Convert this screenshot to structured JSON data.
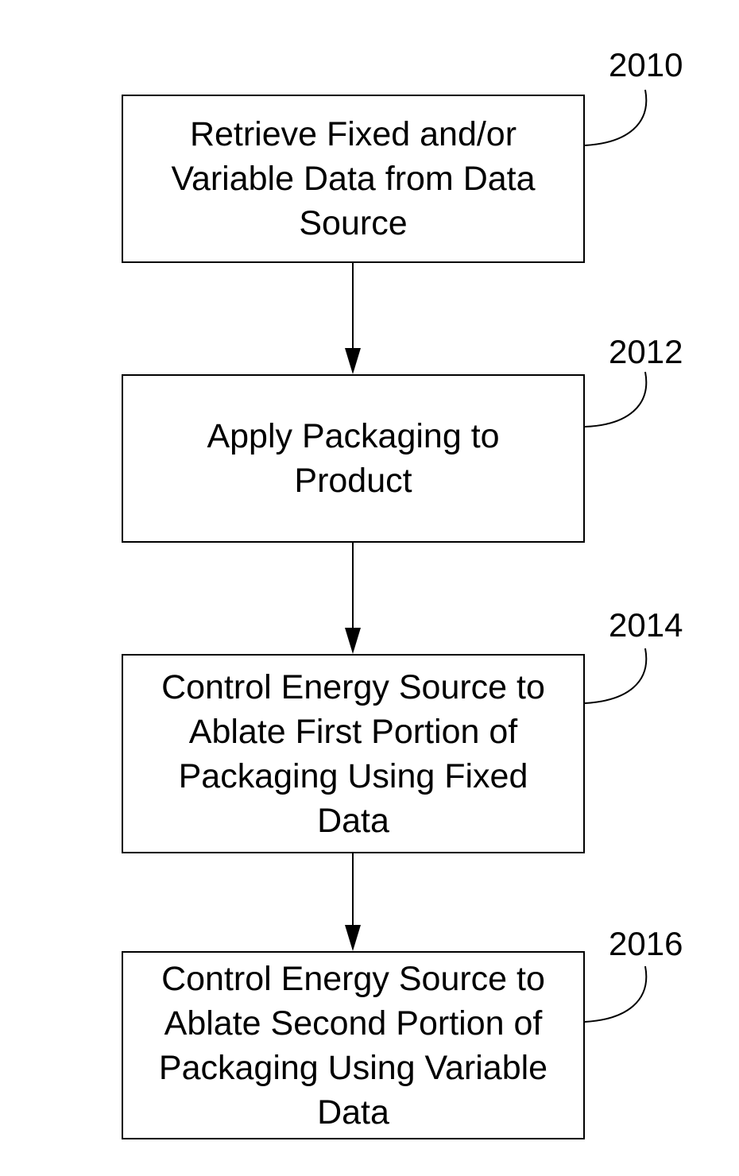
{
  "flowchart": {
    "steps": [
      {
        "ref": "2010",
        "text": "Retrieve Fixed and/or Variable Data from Data Source"
      },
      {
        "ref": "2012",
        "text": "Apply Packaging to Product"
      },
      {
        "ref": "2014",
        "text": "Control Energy Source to Ablate First Portion of Packaging Using Fixed Data"
      },
      {
        "ref": "2016",
        "text": "Control Energy Source to Ablate Second Portion of Packaging Using Variable Data"
      }
    ]
  }
}
